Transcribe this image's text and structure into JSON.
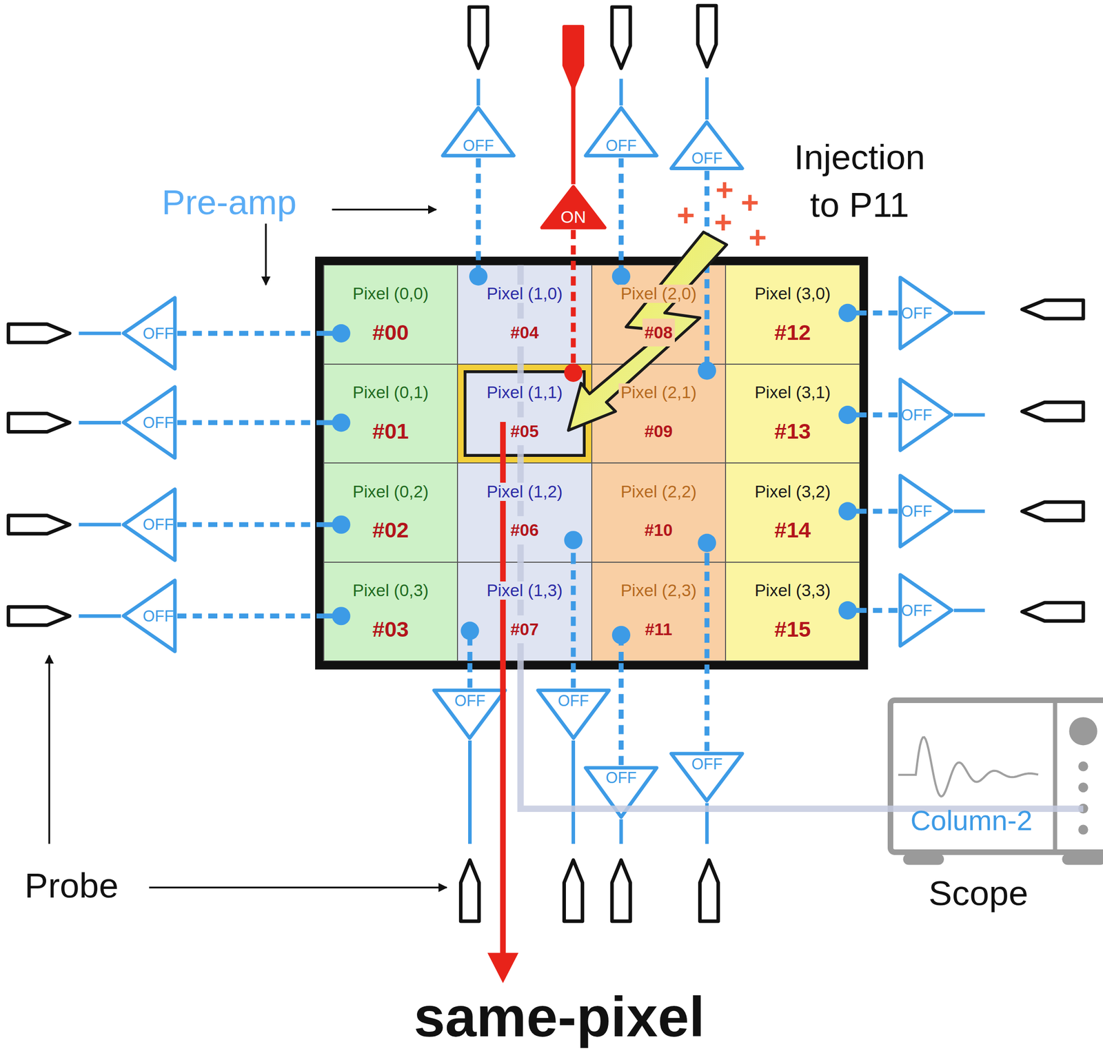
{
  "diagram": {
    "nodes": [
      {
        "text": [
          "OFF"
        ]
      },
      {
        "text": [
          "ON"
        ]
      },
      {
        "text": [
          "OFF"
        ]
      },
      {
        "text": [
          "OFF"
        ]
      },
      {
        "text": [
          "OFF"
        ]
      },
      {
        "text": [
          "OFF"
        ]
      },
      {
        "text": [
          "OFF"
        ]
      },
      {
        "text": [
          "OFF"
        ]
      },
      {
        "text": [
          "Pixel (0,0)",
          "#00"
        ]
      },
      {
        "text": [
          "Pixel (1,0)",
          "#04"
        ]
      },
      {
        "text": [
          "Pixel (2,0)",
          "#08"
        ]
      },
      {
        "text": [
          "Pixel (3,0)",
          "#12"
        ]
      },
      {
        "text": [
          "Pixel (0,1)",
          "#01"
        ]
      },
      {
        "text": [
          "Pixel (1,1)",
          "#05"
        ]
      },
      {
        "text": [
          "Pixel (2,1)",
          "#09"
        ]
      },
      {
        "text": [
          "Pixel (3,1)",
          "#13"
        ]
      },
      {
        "text": [
          "Pixel (0,2)",
          "#02"
        ]
      },
      {
        "text": [
          "Pixel (1,2)",
          "#06"
        ]
      },
      {
        "text": [
          "Pixel (2,2)",
          "#10"
        ]
      },
      {
        "text": [
          "Pixel (3,2)",
          "#14"
        ]
      },
      {
        "text": [
          "Pixel (0,3)",
          "#03"
        ]
      },
      {
        "text": [
          "Pixel (1,3)",
          "#07"
        ]
      },
      {
        "text": [
          "Pixel (2,3)",
          "#11"
        ]
      },
      {
        "text": [
          "Pixel (3,3)",
          "#15"
        ]
      },
      {
        "text": [
          "OFF"
        ]
      },
      {
        "text": [
          "OFF"
        ]
      },
      {
        "text": [
          "OFF"
        ]
      },
      {
        "text": [
          "OFF"
        ]
      },
      {
        "text": [
          "OFF"
        ]
      },
      {
        "text": [
          "OFF"
        ]
      },
      {
        "text": [
          "OFF"
        ]
      },
      {
        "text": [
          "OFF"
        ]
      },
      {
        "text": [
          "Column-2",
          "Scope"
        ]
      }
    ],
    "edges": [
      {
        "from": 0,
        "to": 9,
        "arrow": "none"
      },
      {
        "from": 1,
        "to": 13,
        "arrow": "none"
      },
      {
        "from": 2,
        "to": 10,
        "arrow": "none"
      },
      {
        "from": 3,
        "to": 14,
        "arrow": "none"
      },
      {
        "from": 4,
        "to": 8,
        "arrow": "none"
      },
      {
        "from": 5,
        "to": 12,
        "arrow": "none"
      },
      {
        "from": 6,
        "to": 16,
        "arrow": "none"
      },
      {
        "from": 7,
        "to": 20,
        "arrow": "none"
      },
      {
        "from": 24,
        "to": 11,
        "arrow": "none"
      },
      {
        "from": 25,
        "to": 15,
        "arrow": "none"
      },
      {
        "from": 26,
        "to": 19,
        "arrow": "none"
      },
      {
        "from": 27,
        "to": 23,
        "arrow": "none"
      },
      {
        "from": 28,
        "to": 21,
        "arrow": "none"
      },
      {
        "from": 29,
        "to": 17,
        "arrow": "none"
      },
      {
        "from": 30,
        "to": 22,
        "arrow": "none"
      },
      {
        "from": 31,
        "to": 18,
        "arrow": "none"
      }
    ],
    "labels": [
      "Pre-amp",
      "Injection to P11",
      "+",
      "+",
      "+",
      "+",
      "+",
      "Probe",
      "same-pixel"
    ]
  }
}
